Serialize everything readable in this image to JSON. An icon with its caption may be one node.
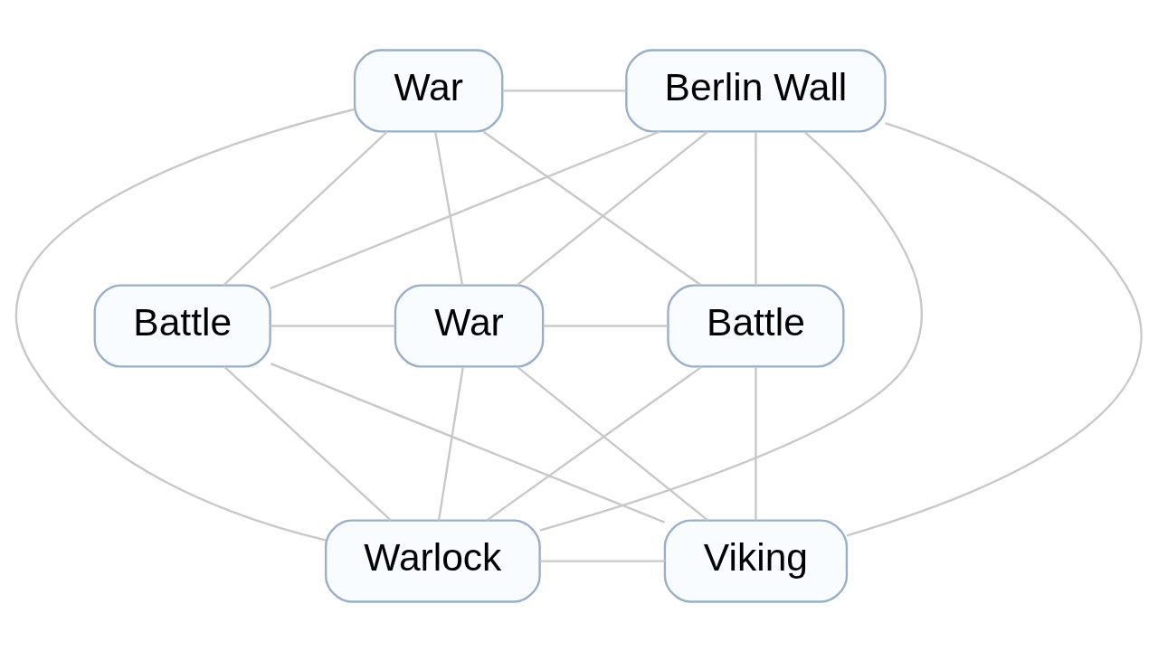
{
  "diagram": {
    "nodes": [
      {
        "text": [
          "War"
        ]
      },
      {
        "text": [
          "Berlin Wall"
        ]
      },
      {
        "text": [
          "Battle"
        ]
      },
      {
        "text": [
          "War"
        ]
      },
      {
        "text": [
          "Battle"
        ]
      },
      {
        "text": [
          "Warlock"
        ]
      },
      {
        "text": [
          "Viking"
        ]
      }
    ],
    "edges": [
      {
        "from": 0,
        "to": 1,
        "arrow": "none"
      },
      {
        "from": 0,
        "to": 2,
        "arrow": "none"
      },
      {
        "from": 0,
        "to": 3,
        "arrow": "none"
      },
      {
        "from": 0,
        "to": 4,
        "arrow": "none"
      },
      {
        "from": 0,
        "to": 5,
        "arrow": "none"
      },
      {
        "from": 1,
        "to": 2,
        "arrow": "none"
      },
      {
        "from": 1,
        "to": 3,
        "arrow": "none"
      },
      {
        "from": 1,
        "to": 4,
        "arrow": "none"
      },
      {
        "from": 1,
        "to": 5,
        "arrow": "none"
      },
      {
        "from": 1,
        "to": 6,
        "arrow": "none"
      },
      {
        "from": 2,
        "to": 3,
        "arrow": "none"
      },
      {
        "from": 2,
        "to": 5,
        "arrow": "none"
      },
      {
        "from": 2,
        "to": 6,
        "arrow": "none"
      },
      {
        "from": 3,
        "to": 4,
        "arrow": "none"
      },
      {
        "from": 3,
        "to": 5,
        "arrow": "none"
      },
      {
        "from": 3,
        "to": 6,
        "arrow": "none"
      },
      {
        "from": 4,
        "to": 5,
        "arrow": "none"
      },
      {
        "from": 4,
        "to": 6,
        "arrow": "none"
      },
      {
        "from": 5,
        "to": 6,
        "arrow": "none"
      }
    ]
  }
}
